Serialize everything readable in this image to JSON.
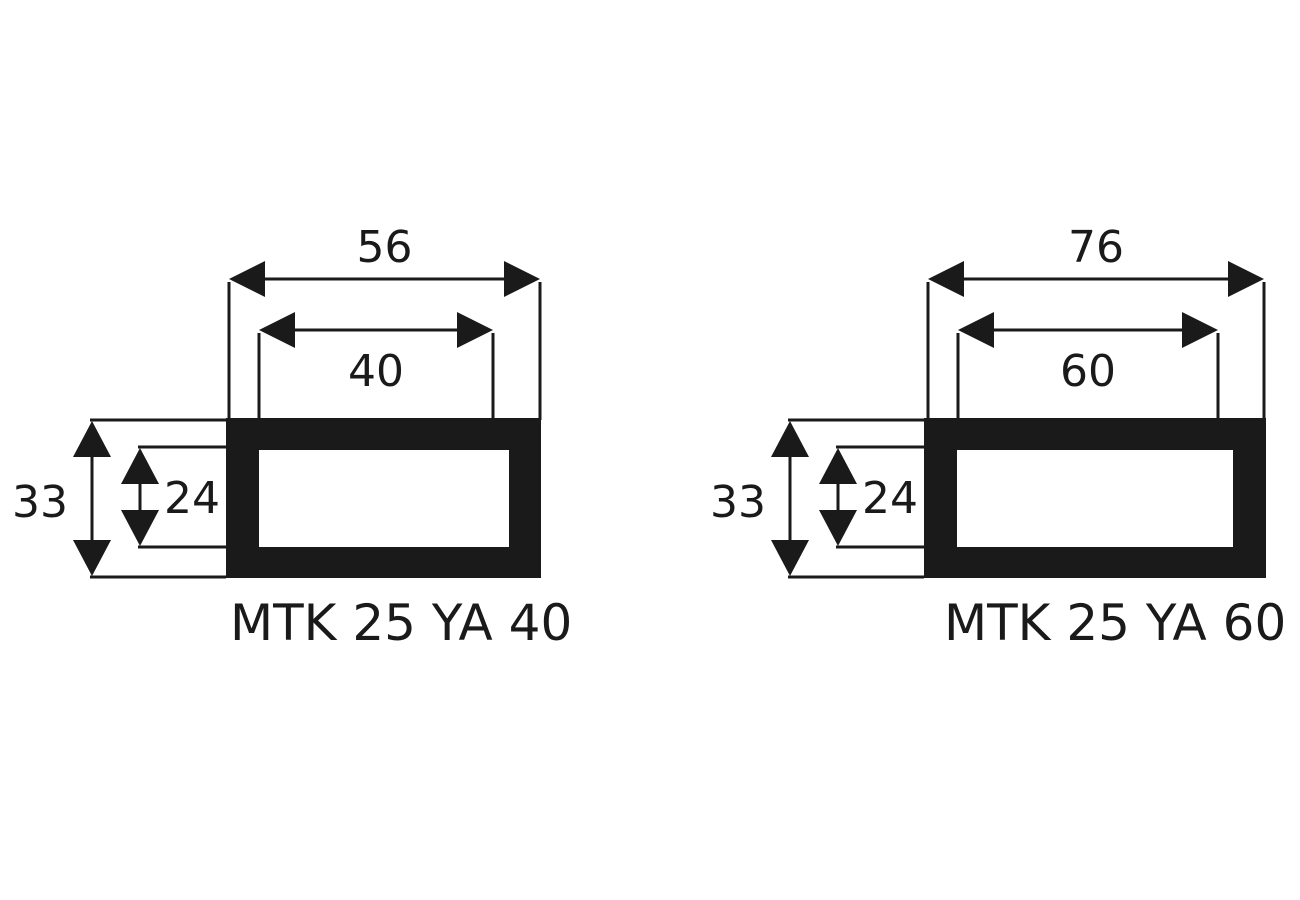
{
  "colors": {
    "ink": "#1a1a1a",
    "background": "#ffffff"
  },
  "figures": [
    {
      "label": "MTK 25 YA 40",
      "outer_width": "56",
      "inner_width": "40",
      "outer_height": "33",
      "inner_height": "24"
    },
    {
      "label": "MTK 25 YA 60",
      "outer_width": "76",
      "inner_width": "60",
      "outer_height": "33",
      "inner_height": "24"
    }
  ]
}
